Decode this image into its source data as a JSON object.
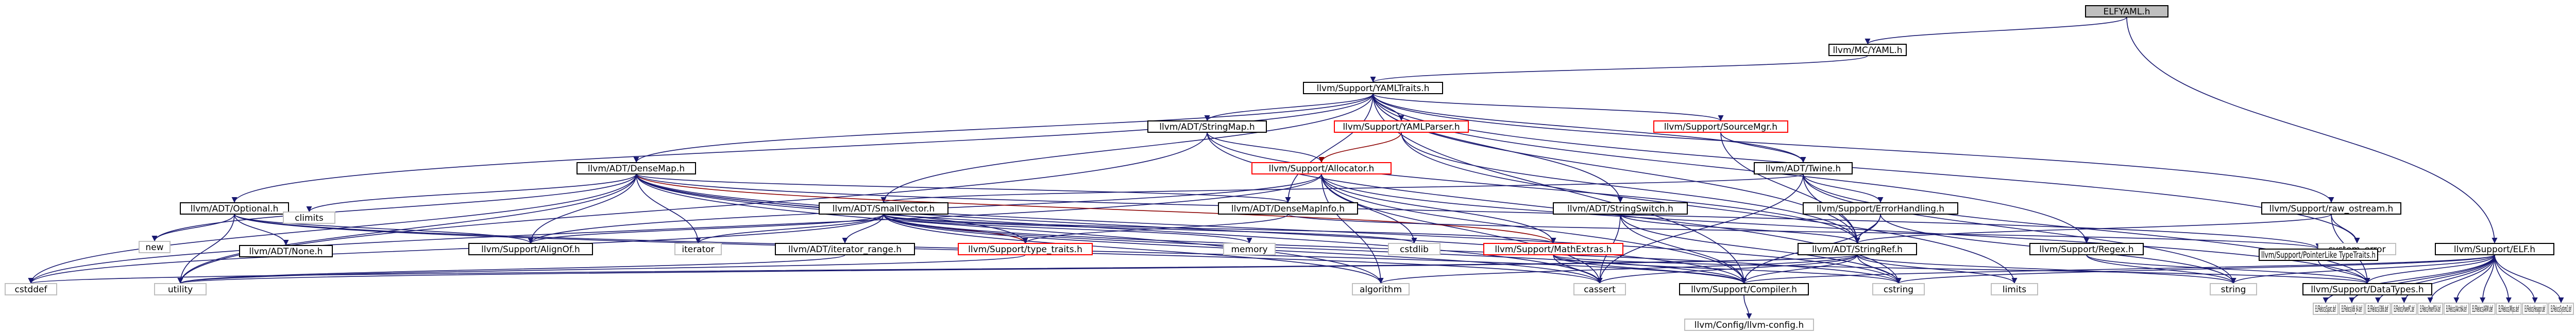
{
  "diagram": {
    "colors": {
      "root_fill": "#bfbfbf",
      "node_fill": "#ffffff",
      "node_stroke": "#000000",
      "leaf_stroke": "#bfbfbf",
      "missing_stroke": "#ff0000",
      "edge_main": "#191970",
      "edge_alt": "#8b0000"
    },
    "nodes": [
      {
        "id": "root",
        "label": "ELFYAML.h",
        "style": "root"
      },
      {
        "id": "mcyaml",
        "label": "llvm/MC/YAML.h",
        "style": "normal"
      },
      {
        "id": "yamltraits",
        "label": "llvm/Support/YAMLTraits.h",
        "style": "normal"
      },
      {
        "id": "elfh",
        "label": "llvm/Support/ELF.h",
        "style": "normal"
      },
      {
        "id": "stringmap",
        "label": "llvm/ADT/StringMap.h",
        "style": "normal"
      },
      {
        "id": "yamlparser",
        "label": "llvm/Support/YAMLParser.h",
        "style": "missing"
      },
      {
        "id": "sourcemgr",
        "label": "llvm/Support/SourceMgr.h",
        "style": "missing"
      },
      {
        "id": "twine",
        "label": "llvm/ADT/Twine.h",
        "style": "normal"
      },
      {
        "id": "allocator",
        "label": "llvm/Support/Allocator.h",
        "style": "missing"
      },
      {
        "id": "densemap",
        "label": "llvm/ADT/DenseMap.h",
        "style": "normal"
      },
      {
        "id": "optional",
        "label": "llvm/ADT/Optional.h",
        "style": "normal"
      },
      {
        "id": "smallvector",
        "label": "llvm/ADT/SmallVector.h",
        "style": "normal"
      },
      {
        "id": "densemapinfo",
        "label": "llvm/ADT/DenseMapInfo.h",
        "style": "normal"
      },
      {
        "id": "stringswitch",
        "label": "llvm/ADT/StringSwitch.h",
        "style": "normal"
      },
      {
        "id": "errorhandling",
        "label": "llvm/Support/ErrorHandling.h",
        "style": "normal"
      },
      {
        "id": "rawostream",
        "label": "llvm/Support/raw_ostream.h",
        "style": "normal"
      },
      {
        "id": "systemerror",
        "label": "system_error",
        "style": "leaf"
      },
      {
        "id": "climits",
        "label": "climits",
        "style": "leaf"
      },
      {
        "id": "new",
        "label": "new",
        "style": "leaf"
      },
      {
        "id": "none",
        "label": "llvm/ADT/None.h",
        "style": "normal"
      },
      {
        "id": "alignof",
        "label": "llvm/Support/AlignOf.h",
        "style": "normal"
      },
      {
        "id": "iterator",
        "label": "iterator",
        "style": "leaf"
      },
      {
        "id": "iteratorrange",
        "label": "llvm/ADT/iterator_range.h",
        "style": "normal"
      },
      {
        "id": "typetraits",
        "label": "llvm/Support/type_traits.h",
        "style": "missing"
      },
      {
        "id": "memory",
        "label": "memory",
        "style": "leaf"
      },
      {
        "id": "cstdlib",
        "label": "cstdlib",
        "style": "leaf"
      },
      {
        "id": "mathextras",
        "label": "llvm/Support/MathExtras.h",
        "style": "missing"
      },
      {
        "id": "stringref",
        "label": "llvm/ADT/StringRef.h",
        "style": "normal"
      },
      {
        "id": "regex",
        "label": "llvm/Support/Regex.h",
        "style": "normal"
      },
      {
        "id": "pointerlike",
        "label": "llvm/Support/PointerLike TypeTraits.h",
        "style": "normal"
      },
      {
        "id": "cstddef",
        "label": "cstddef",
        "style": "leaf"
      },
      {
        "id": "utility",
        "label": "utility",
        "style": "leaf"
      },
      {
        "id": "algorithm",
        "label": "algorithm",
        "style": "leaf"
      },
      {
        "id": "cassert",
        "label": "cassert",
        "style": "leaf"
      },
      {
        "id": "compiler",
        "label": "llvm/Support/Compiler.h",
        "style": "normal"
      },
      {
        "id": "cstring",
        "label": "cstring",
        "style": "leaf"
      },
      {
        "id": "limits",
        "label": "limits",
        "style": "leaf"
      },
      {
        "id": "string",
        "label": "string",
        "style": "leaf"
      },
      {
        "id": "datatypes",
        "label": "llvm/Support/DataTypes.h",
        "style": "normal"
      },
      {
        "id": "llvmconfig",
        "label": "llvm/Config/llvm-config.h",
        "style": "leaf"
      },
      {
        "id": "sparcdef",
        "label": "ELFRelocs/Sparc.def",
        "style": "leaf"
      },
      {
        "id": "x86_64def",
        "label": "ELFRelocs/x86_64.def",
        "style": "leaf"
      },
      {
        "id": "i386def",
        "label": "ELFRelocs/i386.def",
        "style": "leaf"
      },
      {
        "id": "ppcdef",
        "label": "ELFRelocs/PowerPC.def",
        "style": "leaf"
      },
      {
        "id": "ppc64def",
        "label": "ELFRelocs/PowerPC64.def",
        "style": "leaf"
      },
      {
        "id": "aarch64def",
        "label": "ELFRelocs/AArch64.def",
        "style": "leaf"
      },
      {
        "id": "armdef",
        "label": "ELFRelocs/ARM.def",
        "style": "leaf"
      },
      {
        "id": "mipsdef",
        "label": "ELFRelocs/Mips.def",
        "style": "leaf"
      },
      {
        "id": "hexagondef",
        "label": "ELFRelocs/Hexagon.def",
        "style": "leaf"
      },
      {
        "id": "systemzdef",
        "label": "ELFRelocs/SystemZ.def",
        "style": "leaf"
      }
    ],
    "edges": [
      [
        "root",
        "mcyaml"
      ],
      [
        "root",
        "elfh"
      ],
      [
        "mcyaml",
        "yamltraits"
      ],
      [
        "yamltraits",
        "stringmap"
      ],
      [
        "yamltraits",
        "yamlparser"
      ],
      [
        "yamltraits",
        "sourcemgr"
      ],
      [
        "yamltraits",
        "twine"
      ],
      [
        "yamltraits",
        "densemap"
      ],
      [
        "yamltraits",
        "optional"
      ],
      [
        "yamltraits",
        "smallvector"
      ],
      [
        "yamltraits",
        "densemapinfo"
      ],
      [
        "yamltraits",
        "stringswitch"
      ],
      [
        "yamltraits",
        "regex"
      ],
      [
        "yamltraits",
        "rawostream"
      ],
      [
        "yamltraits",
        "systemerror"
      ],
      [
        "yamltraits",
        "stringref"
      ],
      [
        "yamltraits",
        "compiler"
      ],
      [
        "stringmap",
        "allocator"
      ],
      [
        "stringmap",
        "stringref"
      ],
      [
        "stringmap",
        "cstring"
      ],
      [
        "stringmap",
        "utility"
      ],
      [
        "yamlparser",
        "allocator"
      ],
      [
        "yamlparser",
        "stringref"
      ],
      [
        "yamlparser",
        "limits"
      ],
      [
        "sourcemgr",
        "twine"
      ],
      [
        "sourcemgr",
        "stringref"
      ],
      [
        "twine",
        "smallvector"
      ],
      [
        "twine",
        "stringref"
      ],
      [
        "twine",
        "errorhandling"
      ],
      [
        "twine",
        "string"
      ],
      [
        "twine",
        "cassert"
      ],
      [
        "twine",
        "datatypes"
      ],
      [
        "allocator",
        "alignof"
      ],
      [
        "allocator",
        "datatypes"
      ],
      [
        "allocator",
        "mathextras"
      ],
      [
        "allocator",
        "compiler"
      ],
      [
        "allocator",
        "cstddef"
      ],
      [
        "allocator",
        "cstdlib"
      ],
      [
        "allocator",
        "algorithm"
      ],
      [
        "allocator",
        "cassert"
      ],
      [
        "densemap",
        "densemapinfo"
      ],
      [
        "densemap",
        "alignof"
      ],
      [
        "densemap",
        "mathextras"
      ],
      [
        "densemap",
        "pointerlike"
      ],
      [
        "densemap",
        "typetraits"
      ],
      [
        "densemap",
        "algorithm"
      ],
      [
        "densemap",
        "cassert"
      ],
      [
        "densemap",
        "climits"
      ],
      [
        "densemap",
        "cstddef"
      ],
      [
        "densemap",
        "cstring"
      ],
      [
        "densemap",
        "iterator"
      ],
      [
        "densemap",
        "new"
      ],
      [
        "densemap",
        "utility"
      ],
      [
        "densemap",
        "compiler"
      ],
      [
        "optional",
        "none"
      ],
      [
        "optional",
        "alignof"
      ],
      [
        "optional",
        "compiler"
      ],
      [
        "optional",
        "cassert"
      ],
      [
        "optional",
        "new"
      ],
      [
        "optional",
        "utility"
      ],
      [
        "smallvector",
        "alignof"
      ],
      [
        "smallvector",
        "iteratorrange"
      ],
      [
        "smallvector",
        "mathextras"
      ],
      [
        "smallvector",
        "typetraits"
      ],
      [
        "smallvector",
        "memory"
      ],
      [
        "smallvector",
        "cstdlib"
      ],
      [
        "smallvector",
        "cstddef"
      ],
      [
        "smallvector",
        "cassert"
      ],
      [
        "smallvector",
        "algorithm"
      ],
      [
        "smallvector",
        "iterator"
      ],
      [
        "smallvector",
        "cstring"
      ],
      [
        "smallvector",
        "compiler"
      ],
      [
        "densemapinfo",
        "pointerlike"
      ],
      [
        "densemapinfo",
        "typetraits"
      ],
      [
        "stringswitch",
        "stringref"
      ],
      [
        "stringswitch",
        "compiler"
      ],
      [
        "stringswitch",
        "cassert"
      ],
      [
        "stringswitch",
        "cstring"
      ],
      [
        "errorhandling",
        "stringref"
      ],
      [
        "errorhandling",
        "compiler"
      ],
      [
        "errorhandling",
        "string"
      ],
      [
        "rawostream",
        "stringref"
      ],
      [
        "rawostream",
        "datatypes"
      ],
      [
        "rawostream",
        "systemerror"
      ],
      [
        "iteratorrange",
        "utility"
      ],
      [
        "typetraits",
        "utility"
      ],
      [
        "mathextras",
        "compiler"
      ],
      [
        "mathextras",
        "datatypes"
      ],
      [
        "mathextras",
        "cassert"
      ],
      [
        "mathextras",
        "cstring"
      ],
      [
        "stringref",
        "algorithm"
      ],
      [
        "stringref",
        "cassert"
      ],
      [
        "stringref",
        "cstddef"
      ],
      [
        "stringref",
        "cstring"
      ],
      [
        "stringref",
        "limits"
      ],
      [
        "stringref",
        "string"
      ],
      [
        "stringref",
        "utility"
      ],
      [
        "stringref",
        "compiler"
      ],
      [
        "regex",
        "string"
      ],
      [
        "regex",
        "datatypes"
      ],
      [
        "pointerlike",
        "datatypes"
      ],
      [
        "compiler",
        "llvmconfig"
      ],
      [
        "elfh",
        "compiler"
      ],
      [
        "elfh",
        "datatypes"
      ],
      [
        "elfh",
        "cstring"
      ],
      [
        "elfh",
        "string"
      ],
      [
        "elfh",
        "sparcdef"
      ],
      [
        "elfh",
        "x86_64def"
      ],
      [
        "elfh",
        "i386def"
      ],
      [
        "elfh",
        "ppcdef"
      ],
      [
        "elfh",
        "ppc64def"
      ],
      [
        "elfh",
        "aarch64def"
      ],
      [
        "elfh",
        "armdef"
      ],
      [
        "elfh",
        "mipsdef"
      ],
      [
        "elfh",
        "hexagondef"
      ],
      [
        "elfh",
        "systemzdef"
      ]
    ]
  }
}
